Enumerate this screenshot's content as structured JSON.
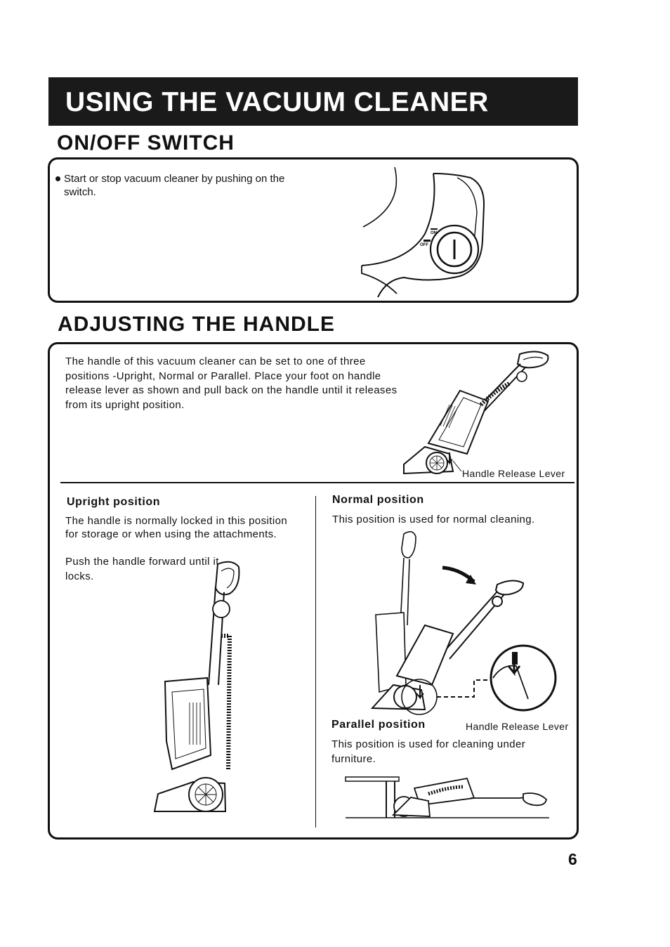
{
  "header": {
    "title": "USING THE VACUUM CLEANER"
  },
  "onoff": {
    "heading": "ON/OFF SWITCH",
    "bullet": "Start or stop vacuum cleaner by pushing on the switch.",
    "switch_on_label": "ON",
    "switch_off_label": "OFF"
  },
  "adjust": {
    "heading": "ADJUSTING THE HANDLE",
    "intro": "The handle of this vacuum cleaner can be set to one of three positions -Upright, Normal or Parallel. Place your foot on handle release lever as shown and pull back on the handle until it releases from its upright position.",
    "lever_caption_top": "Handle Release Lever",
    "upright": {
      "title": "Upright position",
      "text1": "The handle is normally locked in this position for storage or when using the attachments.",
      "text2": "Push the handle forward until it locks."
    },
    "normal": {
      "title": "Normal position",
      "text": "This position is used for normal cleaning."
    },
    "lever_caption_bottom": "Handle Release Lever",
    "parallel": {
      "title": "Parallel position",
      "text": "This position is used for cleaning under furniture."
    }
  },
  "page_number": "6",
  "icons": [
    "power-switch-icon",
    "bullet-icon",
    "arrow-icon"
  ]
}
